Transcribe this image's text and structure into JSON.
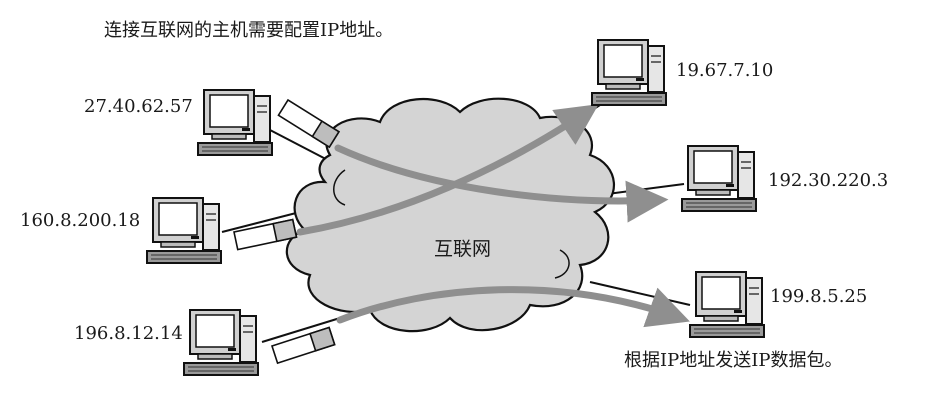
{
  "captions": {
    "top": "连接互联网的主机需要配置IP地址。",
    "bottom": "根据IP地址发送IP数据包。"
  },
  "cloud_label": "互联网",
  "hosts": [
    {
      "ip": "27.40.62.57"
    },
    {
      "ip": "160.8.200.18"
    },
    {
      "ip": "196.8.12.14"
    },
    {
      "ip": "19.67.7.10"
    },
    {
      "ip": "192.30.220.3"
    },
    {
      "ip": "199.8.5.25"
    }
  ]
}
